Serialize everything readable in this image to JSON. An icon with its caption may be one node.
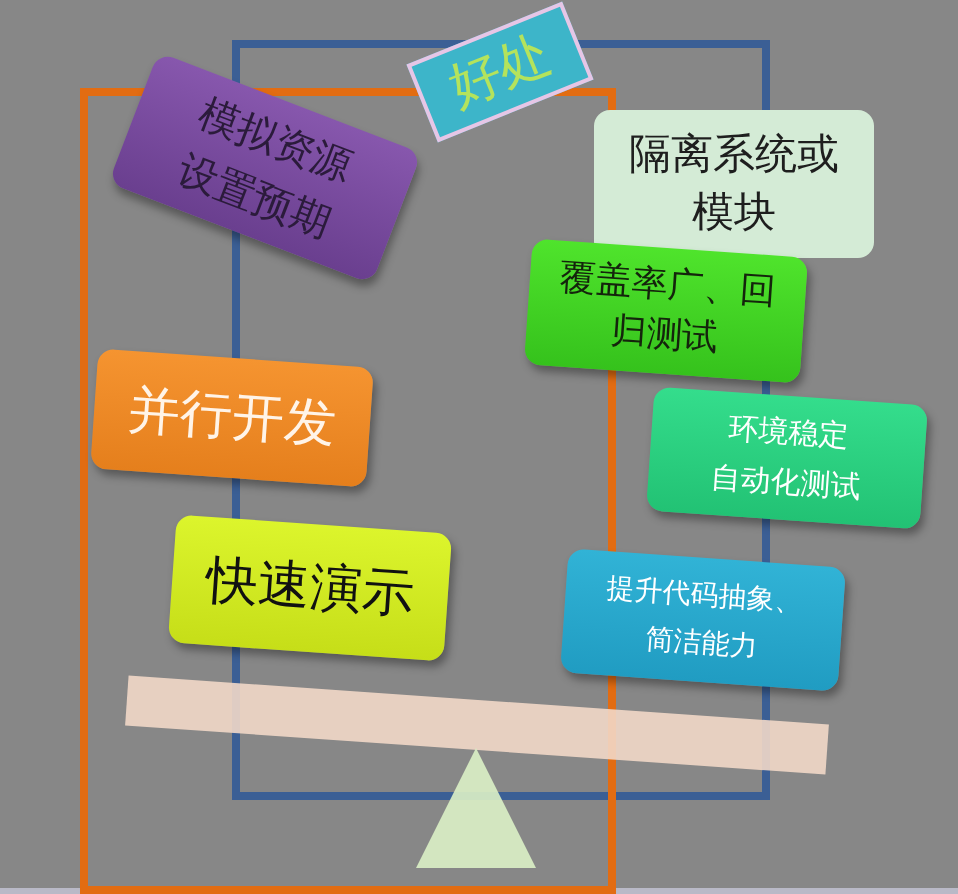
{
  "diagram": {
    "nodes": [
      {
        "text": [
          "好处"
        ]
      },
      {
        "text": [
          "模拟资源设置预期"
        ]
      },
      {
        "text": [
          "隔离系统或模块"
        ]
      },
      {
        "text": [
          "覆盖率广、回归测试"
        ]
      },
      {
        "text": [
          "并行开发"
        ]
      },
      {
        "text": [
          "环境稳定",
          "自动化测试"
        ]
      },
      {
        "text": [
          "快速演示"
        ]
      },
      {
        "text": [
          "提升代码抽象、简洁能力"
        ]
      },
      {
        "text": [],
        "shape": "bar"
      },
      {
        "text": [],
        "shape": "triangle"
      }
    ]
  }
}
